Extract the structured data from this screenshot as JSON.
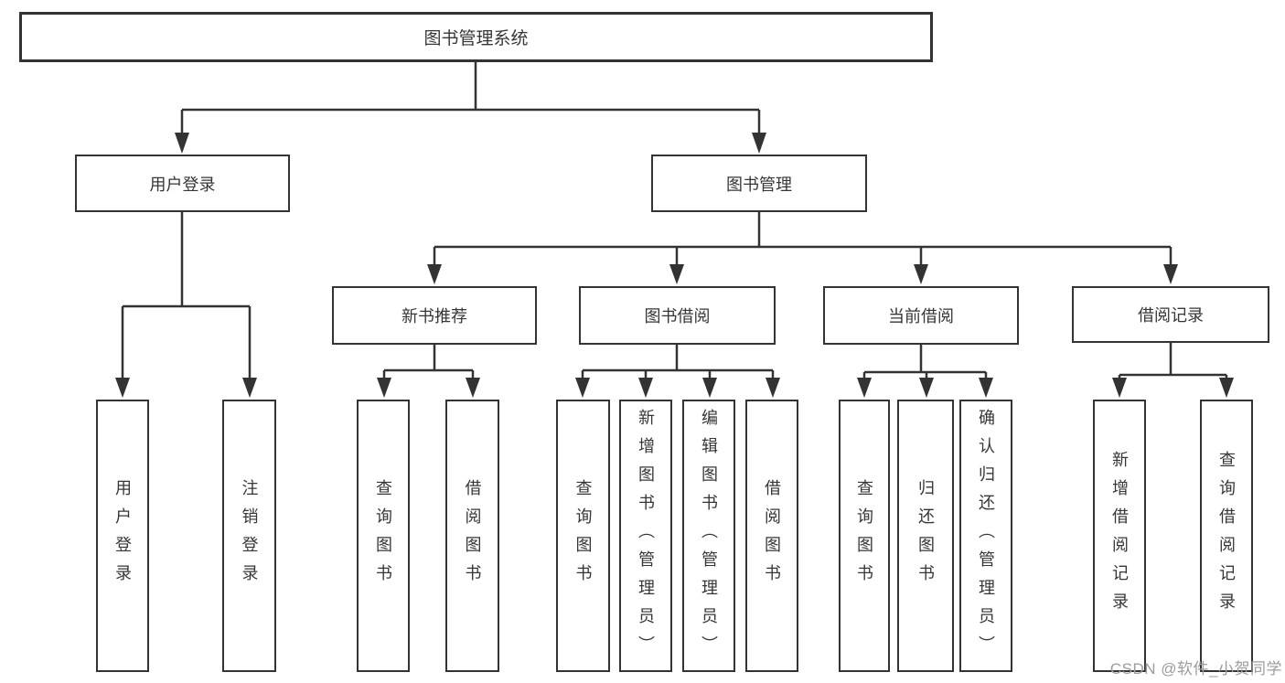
{
  "tree": {
    "label": "图书管理系统",
    "children": [
      {
        "label": "用户登录",
        "children": [
          {
            "label": "用户登录"
          },
          {
            "label": "注销登录"
          }
        ]
      },
      {
        "label": "图书管理",
        "children": [
          {
            "label": "新书推荐",
            "children": [
              {
                "label": "查询图书"
              },
              {
                "label": "借阅图书"
              }
            ]
          },
          {
            "label": "图书借阅",
            "children": [
              {
                "label": "查询图书"
              },
              {
                "label": "新增图书（管理员）"
              },
              {
                "label": "编辑图书（管理员）"
              },
              {
                "label": "借阅图书"
              }
            ]
          },
          {
            "label": "当前借阅",
            "children": [
              {
                "label": "查询图书"
              },
              {
                "label": "归还图书"
              },
              {
                "label": "确认归还（管理员）"
              }
            ]
          },
          {
            "label": "借阅记录",
            "children": [
              {
                "label": "新增借阅记录"
              },
              {
                "label": "查询借阅记录"
              }
            ]
          }
        ]
      }
    ]
  },
  "watermark": "CSDN @软件_小贺同学",
  "colors": {
    "line": "#333333",
    "text": "#363636",
    "background": "#ffffff",
    "watermark": "#9c9c9c"
  }
}
